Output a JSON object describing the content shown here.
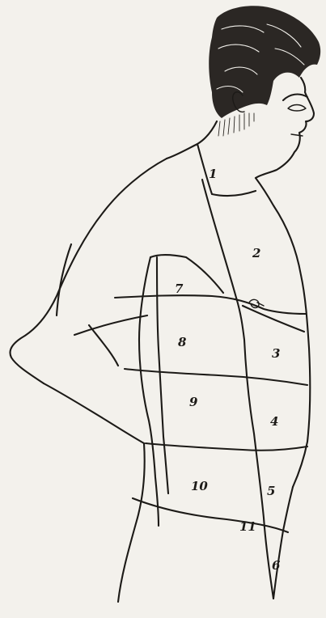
{
  "regions": [
    {
      "id": "region-1",
      "label": "1"
    },
    {
      "id": "region-2",
      "label": "2"
    },
    {
      "id": "region-3",
      "label": "3"
    },
    {
      "id": "region-4",
      "label": "4"
    },
    {
      "id": "region-5",
      "label": "5"
    },
    {
      "id": "region-6",
      "label": "6"
    },
    {
      "id": "region-7",
      "label": "7"
    },
    {
      "id": "region-8",
      "label": "8"
    },
    {
      "id": "region-9",
      "label": "9"
    },
    {
      "id": "region-10",
      "label": "10"
    },
    {
      "id": "region-11",
      "label": "11"
    }
  ]
}
